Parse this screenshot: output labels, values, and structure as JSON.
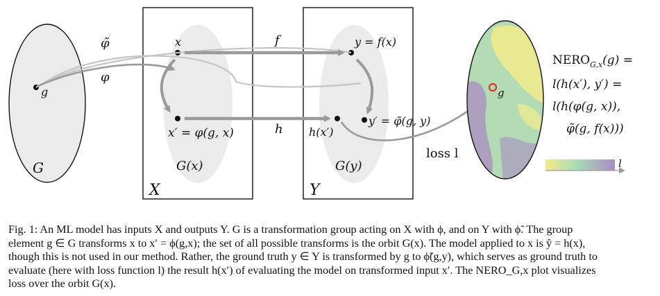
{
  "diagram": {
    "sets": {
      "G": "G",
      "X": "X",
      "Y": "Y",
      "orbit_x": "G(x)",
      "orbit_y": "G(y)"
    },
    "points": {
      "g": "g",
      "x": "x",
      "x_prime": "x′ = φ(g, x)",
      "y": "y = f(x)",
      "y_prime": "y′ = φ̃(g, y)",
      "h_x_prime": "h(x′)",
      "nero_g": "g"
    },
    "arrows": {
      "phi_tilde": "φ̃",
      "phi": "φ",
      "f": "f",
      "h": "h",
      "loss": "loss l"
    },
    "nero_formula": [
      "NERO",
      "G,x",
      "(g) =",
      "l(h(x′), y′) =",
      "l(h(φ(g, x)),",
      "φ̃(g, f(x)))"
    ],
    "colorbar_label": "l",
    "colors": {
      "ellipse_fill": "#ebebeb",
      "arrow": "#9a9a9a",
      "arrow_light": "#c4c4c4",
      "nero_low": "#f2eb8c",
      "nero_mid": "#9dd3b8",
      "nero_high": "#a98cc2",
      "marker": "#d9342b"
    }
  },
  "caption": [
    "Fig. 1: An ML model has inputs X and outputs Y. G is a transformation group acting on X with ϕ, and on Y with ϕ̃. The group",
    "element g ∈ G transforms x to x′ = ϕ(g,x); the set of all possible transforms is the orbit G(x). The model applied to x is ŷ = h(x),",
    "though this is not used in our method. Rather, the ground truth y ∈ Y is transformed by g to ϕ̃(g,y), which serves as ground truth to",
    "evaluate (here with loss function l) the result h(x′) of evaluating the model on transformed input x′. The NERO_G,x plot visualizes",
    "loss over the orbit G(x)."
  ]
}
